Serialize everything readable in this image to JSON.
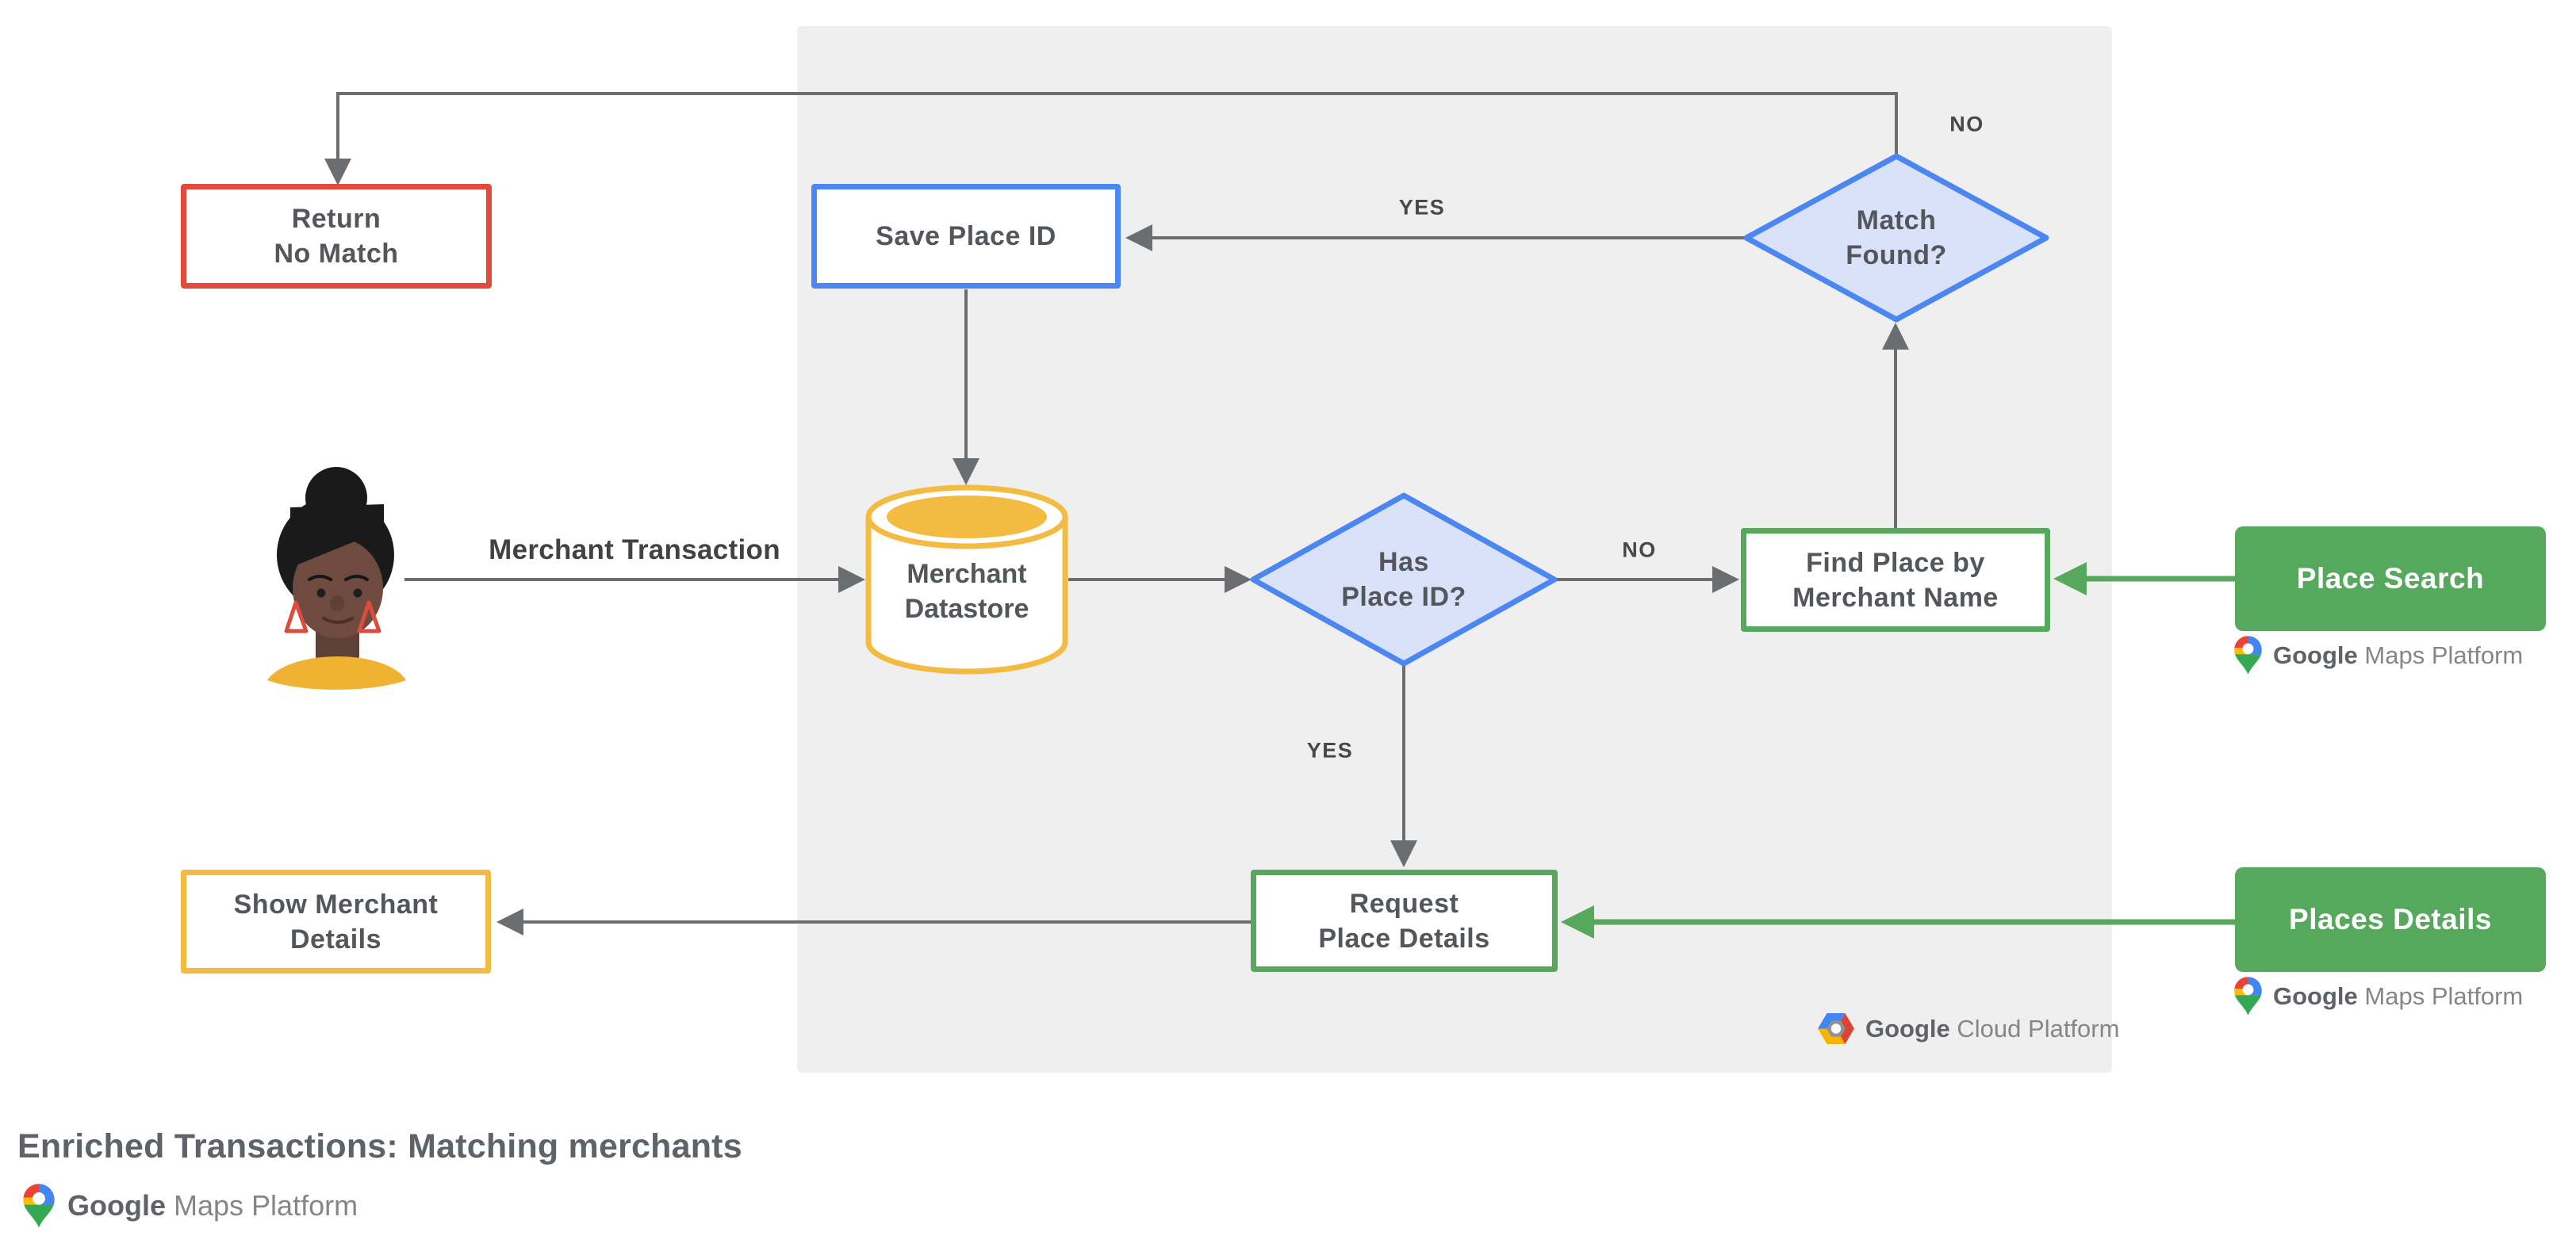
{
  "title": "Enriched Transactions: Matching merchants",
  "nodes": {
    "return_no_match": {
      "line1": "Return",
      "line2": "No Match"
    },
    "save_place_id": {
      "label": "Save Place ID"
    },
    "merchant_datastore": {
      "line1": "Merchant",
      "line2": "Datastore"
    },
    "has_place_id": {
      "line1": "Has",
      "line2": "Place ID?"
    },
    "match_found": {
      "line1": "Match",
      "line2": "Found?"
    },
    "find_place_by_merchant_name": {
      "line1": "Find Place by",
      "line2": "Merchant Name"
    },
    "request_place_details": {
      "line1": "Request",
      "line2": "Place Details"
    },
    "show_merchant_details": {
      "line1": "Show Merchant",
      "line2": "Details"
    },
    "place_search": {
      "label": "Place Search"
    },
    "places_details": {
      "label": "Places Details"
    }
  },
  "edge_labels": {
    "match_found_no": "NO",
    "match_found_yes": "YES",
    "has_place_id_no": "NO",
    "has_place_id_yes": "YES",
    "merchant_transaction": "Merchant Transaction"
  },
  "logos": {
    "maps_word1": "Google",
    "maps_word2": "Maps Platform",
    "cloud_word1": "Google",
    "cloud_word2": "Cloud Platform"
  },
  "colors": {
    "red": "#E5493C",
    "blue": "#4C86F1",
    "blue_fill": "#D9E2F9",
    "yellow": "#F4BB42",
    "green": "#56A85C",
    "line_gray": "#6A6E71",
    "panel_bg": "#EFEFEF",
    "text_gray": "#53565A"
  }
}
